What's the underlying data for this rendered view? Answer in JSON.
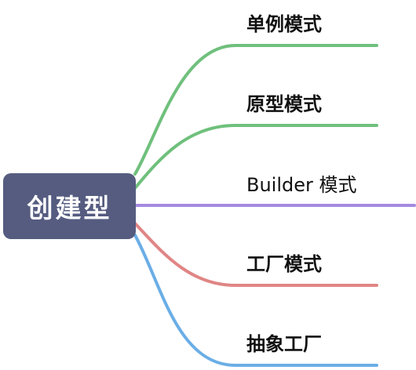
{
  "root": {
    "label": "创建型",
    "color": "#555c80"
  },
  "branches": [
    {
      "label": "单例模式",
      "color": "#6fc07c"
    },
    {
      "label": "原型模式",
      "color": "#6fc07c"
    },
    {
      "label": "Builder 模式",
      "color": "#a48ae0"
    },
    {
      "label": "工厂模式",
      "color": "#e08585"
    },
    {
      "label": "抽象工厂",
      "color": "#6baee6"
    }
  ]
}
